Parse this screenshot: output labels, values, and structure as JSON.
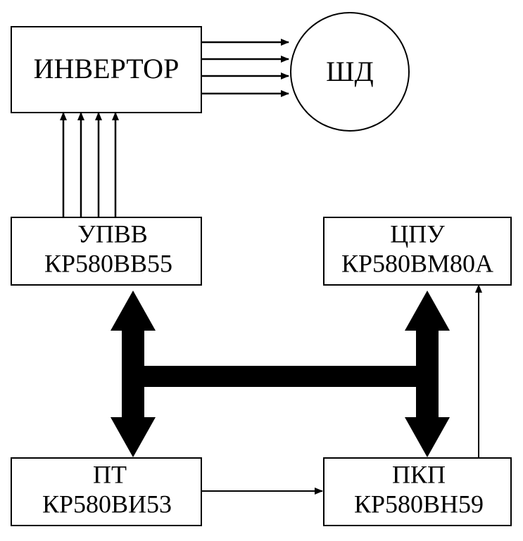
{
  "blocks": {
    "inverter": {
      "label": "ИНВЕРТОР"
    },
    "motor": {
      "label": "ШД"
    },
    "ppi": {
      "name": "УПВВ",
      "chip": "КР580ВВ55"
    },
    "cpu": {
      "name": "ЦПУ",
      "chip": "КР580ВМ80А"
    },
    "timer": {
      "name": "ПТ",
      "chip": "КР580ВИ53"
    },
    "pic": {
      "name": "ПКП",
      "chip": "КР580ВН59"
    }
  },
  "colors": {
    "line": "#000000",
    "background": "#ffffff"
  }
}
